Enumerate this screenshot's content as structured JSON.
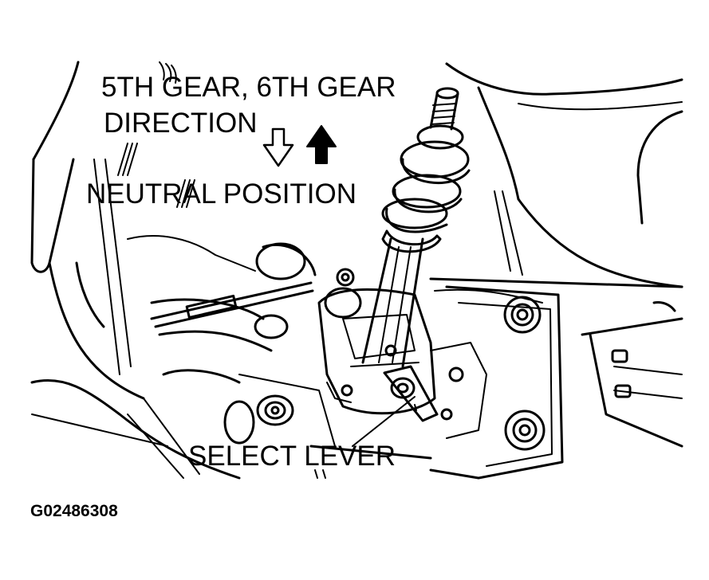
{
  "labels": {
    "gear_direction_line1": "5TH GEAR, 6TH GEAR",
    "gear_direction_line2": "DIRECTION",
    "neutral_position": "NEUTRAL POSITION",
    "select_lever": "SELECT LEVER",
    "figure_id": "G02486308"
  },
  "icons": {
    "outline_arrow": "arrow-down-outline-icon",
    "solid_arrow": "arrow-up-solid-icon"
  },
  "colors": {
    "line": "#000000",
    "background": "#ffffff"
  }
}
